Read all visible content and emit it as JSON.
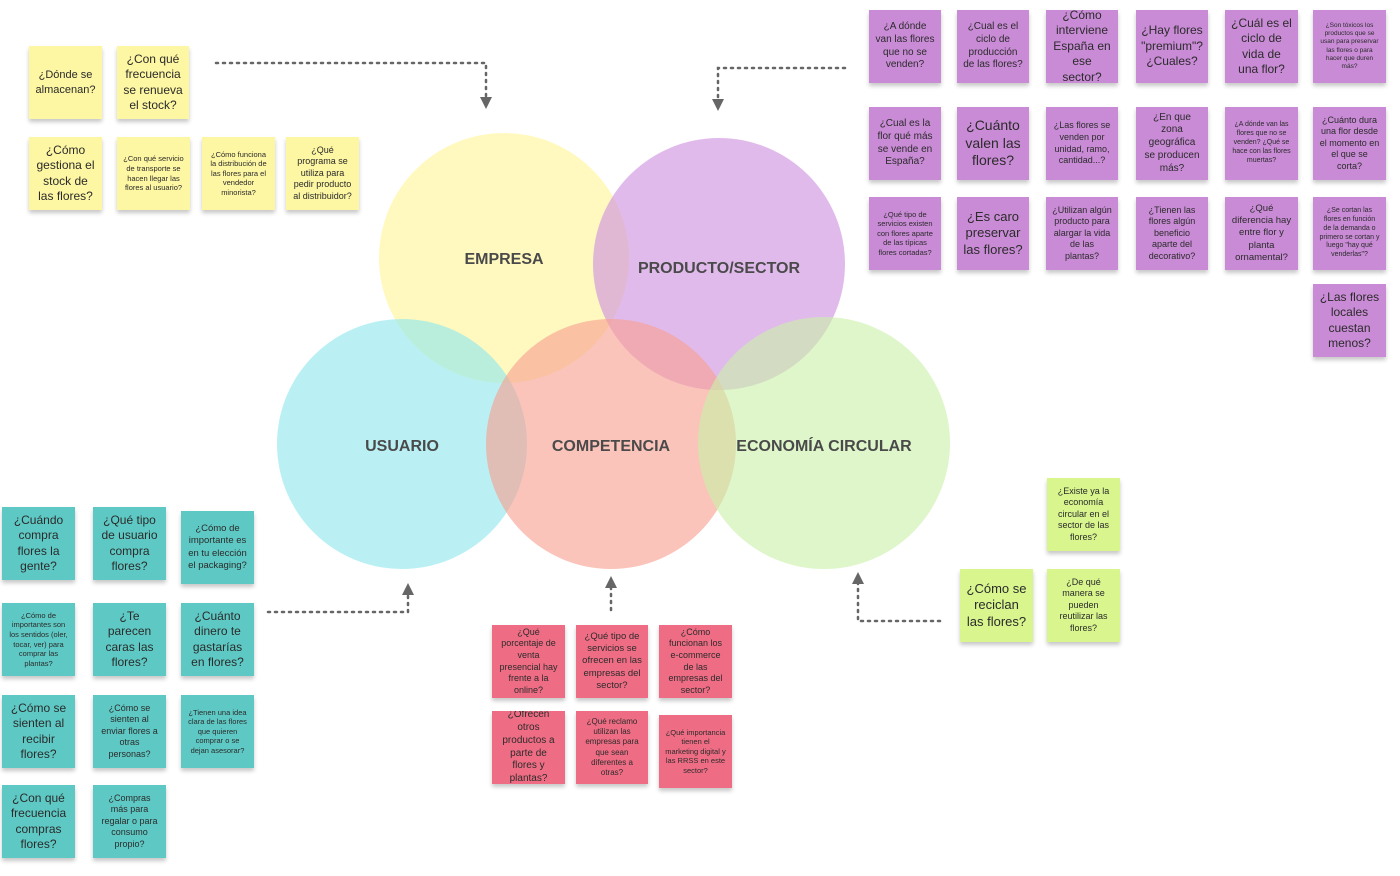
{
  "colors": {
    "yellow_circle": "#fff59a",
    "purple_circle": "#cf8fe0",
    "teal_circle": "#8fe6ee",
    "red_circle": "#f7a08f",
    "green_circle": "#c9f0a8",
    "yellow_note": "#fdf6a3",
    "purple_note": "#c98bd6",
    "teal_note": "#5ec9c4",
    "red_note": "#ef6d84",
    "green_note": "#d8f58e"
  },
  "circles": {
    "empresa": "EMPRESA",
    "producto": "PRODUCTO/SECTOR",
    "usuario": "USUARIO",
    "competencia": "COMPETENCIA",
    "economia": "ECONOMÍA CIRCULAR"
  },
  "notes": {
    "empresa": [
      "¿Dónde se almacenan?",
      "¿Con qué frecuencia se renueva el stock?",
      "¿Cómo gestiona el stock de las flores?",
      "¿Con qué servicio de transporte se hacen llegar las flores al usuario?",
      "¿Cómo funciona la distribución de las flores para el vendedor minorista?",
      "¿Qué programa se utiliza para pedir producto al distribuidor?"
    ],
    "producto": [
      "¿A dónde van las flores que no se venden?",
      "¿Cual es el ciclo de producción de las flores?",
      "¿Cómo interviene España en ese sector?",
      "¿Hay flores \"premium\"? ¿Cuales?",
      "¿Cuál es el ciclo de vida de una flor?",
      "¿Son tóxicos los productos que se usan para preservar las flores o para hacer que duren más?",
      "¿Cual es la flor qué más se vende en España?",
      "¿Cuánto valen las flores?",
      "¿Las flores se venden por unidad, ramo, cantidad...?",
      "¿En que zona geográfica se producen más?",
      "¿A dónde van las flores que no se venden? ¿Qué se hace con las flores muertas?",
      "¿Cuánto dura una flor desde el momento en el que se corta?",
      "¿Qué tipo de servicios existen con flores aparte de las típicas flores cortadas?",
      "¿Es caro preservar las flores?",
      "¿Utilizan algún producto para alargar la vida de las plantas?",
      "¿Tienen las flores algún beneficio aparte del decorativo?",
      "¿Qué diferencia hay entre flor y planta ornamental?",
      "¿Se cortan las flores en función de la demanda o primero se cortan y luego \"hay qué venderlas\"?",
      "¿Las flores locales cuestan menos?"
    ],
    "usuario": [
      "¿Cuándo compra flores la gente?",
      "¿Qué tipo de usuario compra flores?",
      "¿Cómo de importante es en tu elección el packaging?",
      "¿Cómo de importantes son los sentidos (oler, tocar, ver) para comprar las plantas?",
      "¿Te parecen caras las flores?",
      "¿Cuánto dinero te gastarías en flores?",
      "¿Cómo se sienten al recibir flores?",
      "¿Cómo se sienten al enviar flores a otras personas?",
      "¿Tienen una idea clara de las flores que quieren comprar o se dejan asesorar?",
      "¿Con qué frecuencia compras flores?",
      "¿Compras más para regalar o para consumo propio?"
    ],
    "competencia": [
      "¿Qué porcentaje de venta presencial hay frente a la online?",
      "¿Qué tipo de servicios se ofrecen en las empresas del sector?",
      "¿Cómo funcionan los e-commerce de las empresas del sector?",
      "¿Ofrecen otros productos a parte de flores y plantas?",
      "¿Qué reclamo utilizan las empresas para que sean diferentes a otras?",
      "¿Qué importancia tienen el marketing digital y las RRSS en este sector?"
    ],
    "economia": [
      "¿Existe ya la economía circular en el sector de las flores?",
      "¿Cómo se reciclan las flores?",
      "¿De qué manera se pueden reutilizar las flores?"
    ]
  }
}
